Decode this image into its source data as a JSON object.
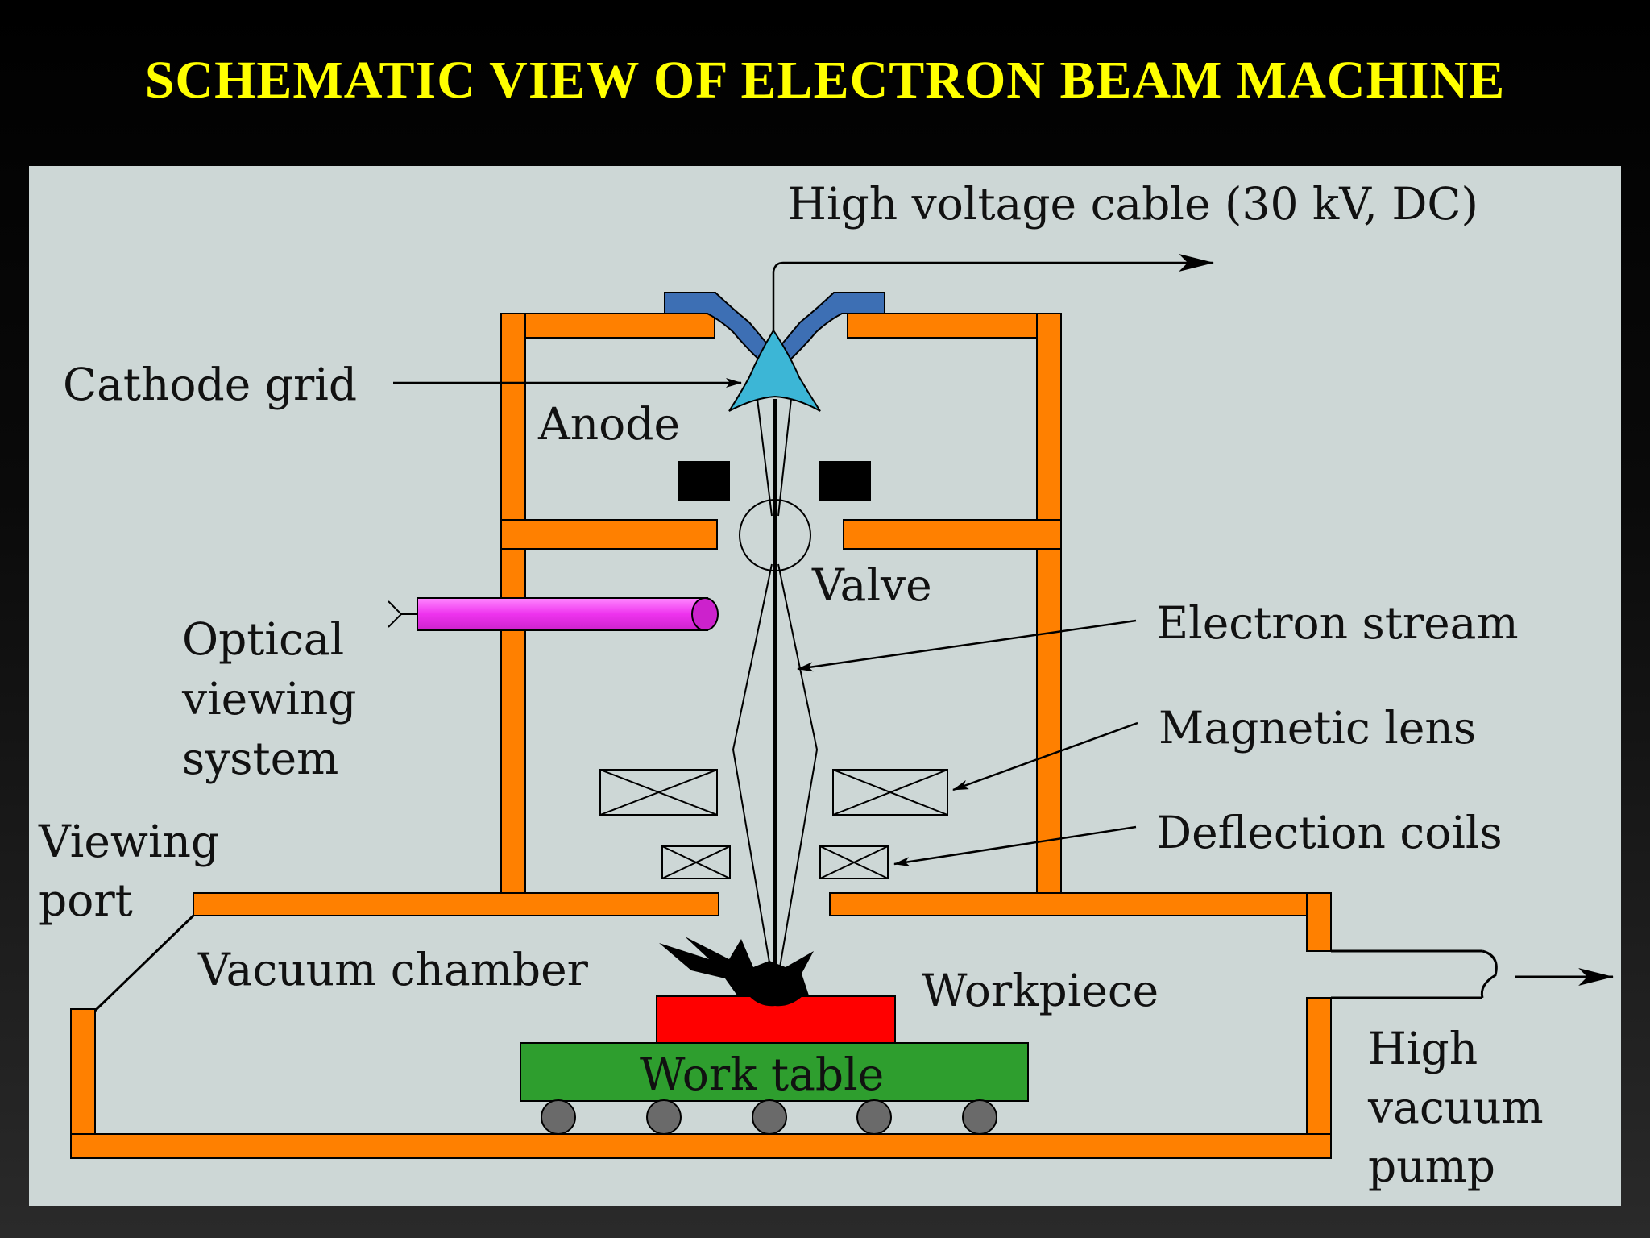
{
  "title": "SCHEMATIC VIEW OF ELECTRON BEAM MACHINE",
  "labels": {
    "high_voltage_cable": "High voltage cable (30 kV, DC)",
    "cathode_grid": "Cathode grid",
    "anode": "Anode",
    "valve": "Valve",
    "optical_1": "Optical",
    "optical_2": "viewing",
    "optical_3": "system",
    "electron_stream": "Electron stream",
    "magnetic_lens": "Magnetic lens",
    "deflection_coils": "Deflection coils",
    "viewing_port_1": "Viewing",
    "viewing_port_2": "port",
    "vacuum_chamber": "Vacuum chamber",
    "workpiece": "Workpiece",
    "work_table": "Work table",
    "pump_1": "High",
    "pump_2": "vacuum",
    "pump_3": "pump"
  },
  "colors": {
    "title": "#ffff00",
    "panel": "#cdd7d6",
    "chamber_wall": "#ff8000",
    "cathode_holder": "#3d6fb4",
    "cathode": "#3cb6d6",
    "optical_tube": "#ee55ee",
    "workpiece": "#ff0000",
    "work_table": "#2e9e2e",
    "wheels": "#6a6a6a"
  }
}
